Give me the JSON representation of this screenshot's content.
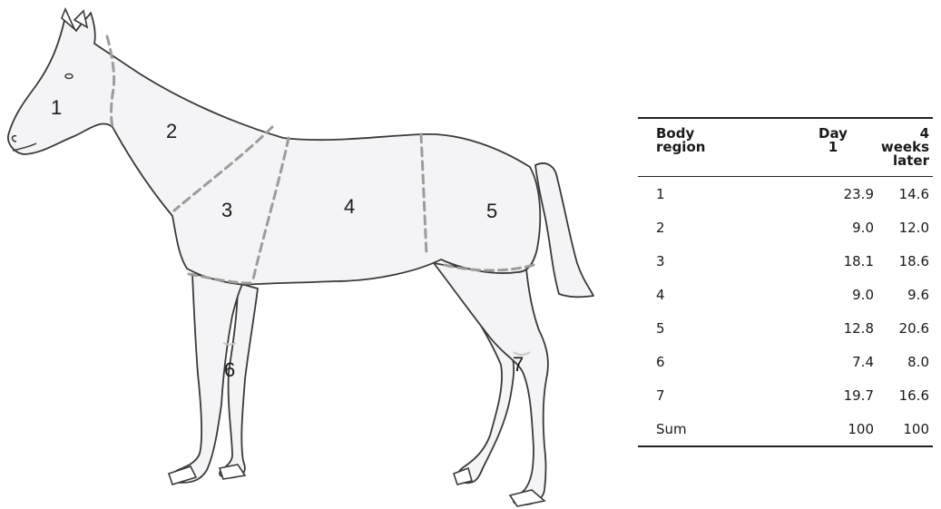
{
  "diagram": {
    "regions": [
      {
        "id": "1",
        "label": "1"
      },
      {
        "id": "2",
        "label": "2"
      },
      {
        "id": "3",
        "label": "3"
      },
      {
        "id": "4",
        "label": "4"
      },
      {
        "id": "5",
        "label": "5"
      },
      {
        "id": "6",
        "label": "6"
      },
      {
        "id": "7",
        "label": "7"
      }
    ]
  },
  "table": {
    "headers": {
      "region_line1": "Body",
      "region_line2": "region",
      "day1_line1": "Day",
      "day1_line2": "1",
      "later_line1": "4 weeks",
      "later_line2": "later"
    },
    "rows": [
      {
        "region": "1",
        "day1": "23.9",
        "later": "14.6"
      },
      {
        "region": "2",
        "day1": "9.0",
        "later": "12.0"
      },
      {
        "region": "3",
        "day1": "18.1",
        "later": "18.6"
      },
      {
        "region": "4",
        "day1": "9.0",
        "later": "9.6"
      },
      {
        "region": "5",
        "day1": "12.8",
        "later": "20.6"
      },
      {
        "region": "6",
        "day1": "7.4",
        "later": "8.0"
      },
      {
        "region": "7",
        "day1": "19.7",
        "later": "16.6"
      },
      {
        "region": "Sum",
        "day1": "100",
        "later": "100"
      }
    ]
  }
}
